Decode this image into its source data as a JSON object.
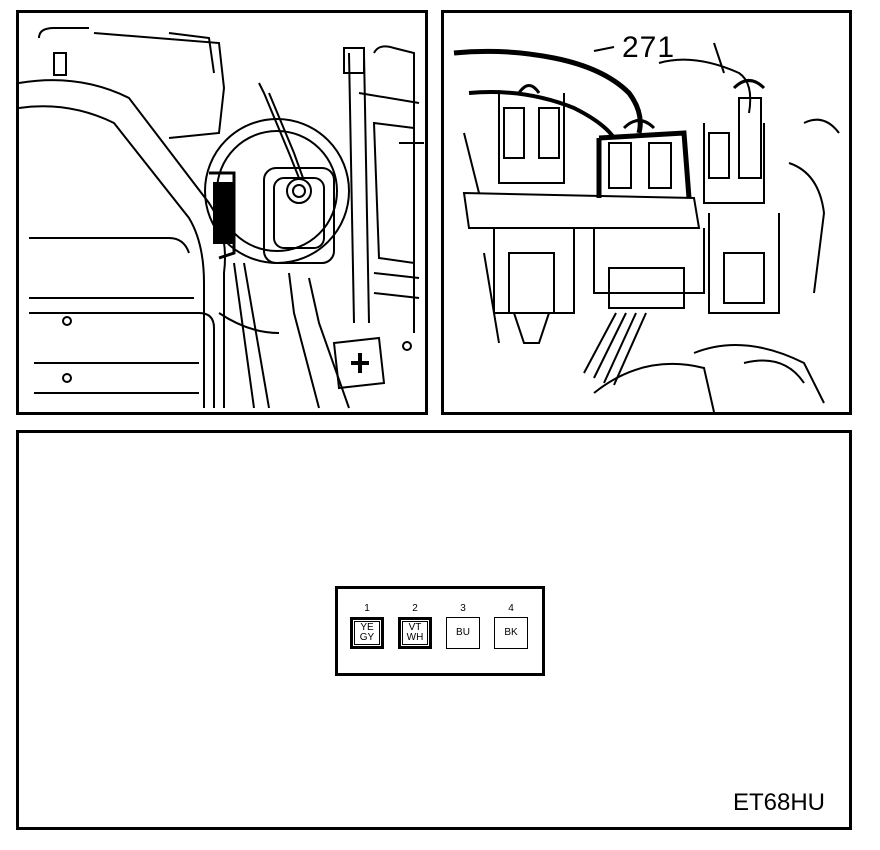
{
  "diagram": {
    "callout_label": "271",
    "figure_code": "ET68HU",
    "connector": {
      "pins": [
        {
          "number": "1",
          "colors": [
            "YE",
            "GY"
          ],
          "highlighted": true
        },
        {
          "number": "2",
          "colors": [
            "VT",
            "WH"
          ],
          "highlighted": true
        },
        {
          "number": "3",
          "colors": [
            "BU"
          ],
          "highlighted": false
        },
        {
          "number": "4",
          "colors": [
            "BK"
          ],
          "highlighted": false
        }
      ]
    }
  }
}
